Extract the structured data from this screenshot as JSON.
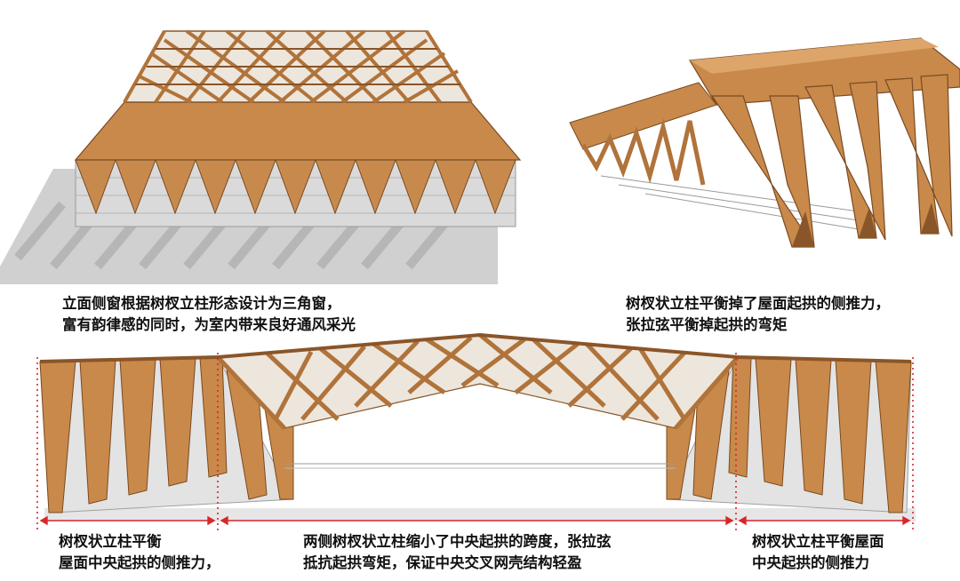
{
  "captions": {
    "top_left": {
      "line1": "立面侧窗根据树杈立柱形态设计为三角窗，",
      "line2": "富有韵律感的同时，为室内带来良好通风采光"
    },
    "top_right": {
      "line1": "树杈状立柱平衡掉了屋面起拱的侧推力，",
      "line2": "张拉弦平衡掉起拱的弯矩"
    },
    "bottom_left": {
      "line1": "树杈状立柱平衡",
      "line2": "屋面中央起拱的侧推力，"
    },
    "bottom_center": {
      "line1": "两侧树杈状立柱缩小了中央起拱的跨度，张拉弦",
      "line2": "抵抗起拱弯矩，保证中央交叉网壳结构轻盈"
    },
    "bottom_right": {
      "line1": "树杈状立柱平衡屋面",
      "line2": "中央起拱的侧推力"
    }
  },
  "colors": {
    "wood": "#C8894A",
    "wood_dark": "#8A5528",
    "wood_light": "#DDA56A",
    "glass": "#D8D8D8",
    "shadow": "#BDBDBD",
    "marker_red": "#D9262B"
  }
}
